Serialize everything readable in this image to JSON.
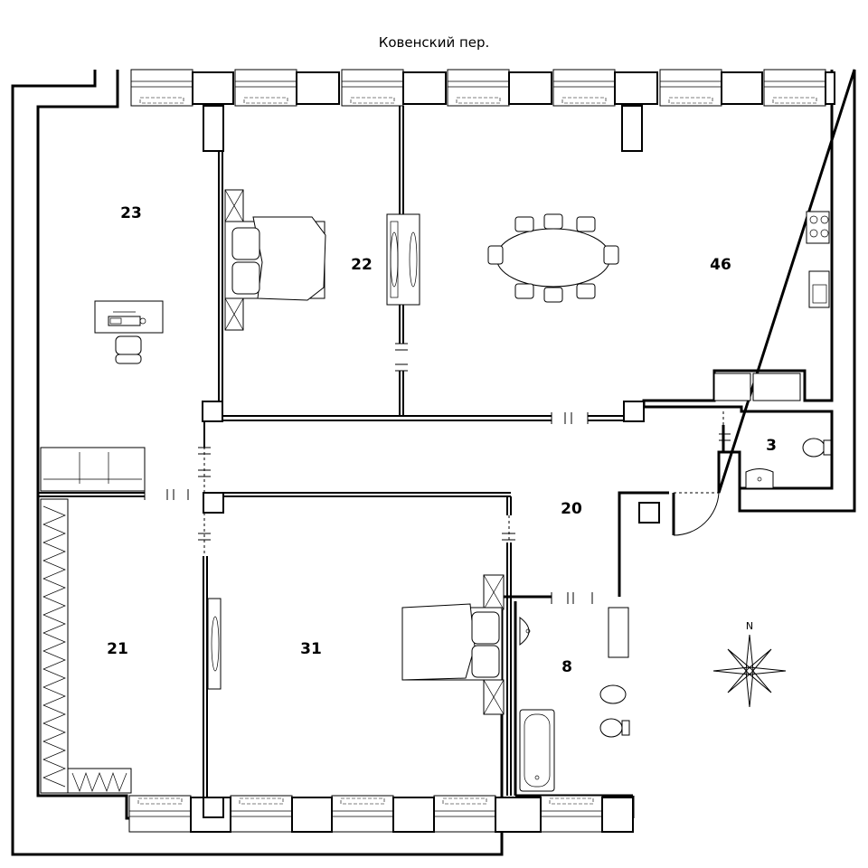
{
  "street_name": "Ковенский пер.",
  "compass_label": "N",
  "rooms": [
    {
      "id": "23",
      "label": "23"
    },
    {
      "id": "22",
      "label": "22"
    },
    {
      "id": "46",
      "label": "46"
    },
    {
      "id": "3",
      "label": "3"
    },
    {
      "id": "20",
      "label": "20"
    },
    {
      "id": "21",
      "label": "21"
    },
    {
      "id": "31",
      "label": "31"
    },
    {
      "id": "8",
      "label": "8"
    }
  ]
}
